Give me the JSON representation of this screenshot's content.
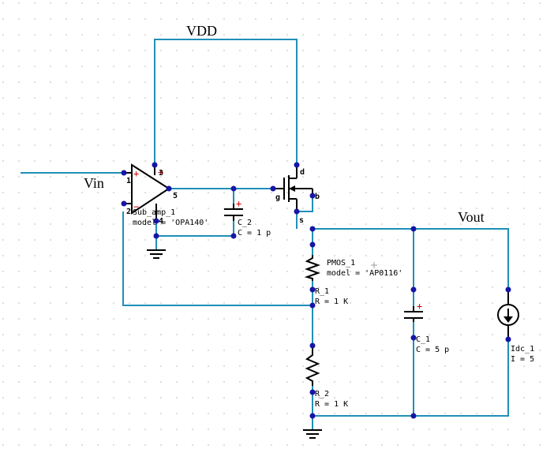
{
  "nets": {
    "vdd": "VDD",
    "vin": "Vin",
    "vout": "Vout"
  },
  "opamp": {
    "name": "Sub_amp_1",
    "model": "model = 'OPA140'",
    "pin1": "1",
    "pin2": "2",
    "pin3": "3",
    "pin4": "4",
    "pin5": "5"
  },
  "c2": {
    "name": "C_2",
    "value": "C = 1 p"
  },
  "pmos": {
    "name": "PMOS_1",
    "model": "model = 'AP0116'",
    "pin_d": "d",
    "pin_g": "g",
    "pin_b": "b",
    "pin_s": "s"
  },
  "r1": {
    "name": "R_1",
    "value": "R = 1 K"
  },
  "r2": {
    "name": "R_2",
    "value": "R = 1 K"
  },
  "c1": {
    "name": "C_1",
    "value": "C = 5 p"
  },
  "idc": {
    "name": "Idc_1",
    "value": "I = 5"
  },
  "symbols": {
    "plus": "+",
    "minus": "−"
  },
  "colors": {
    "wire": "#1f8fb8",
    "node": "#1515a6",
    "symbol": "#d40000",
    "grid": "#b5b5b5"
  }
}
